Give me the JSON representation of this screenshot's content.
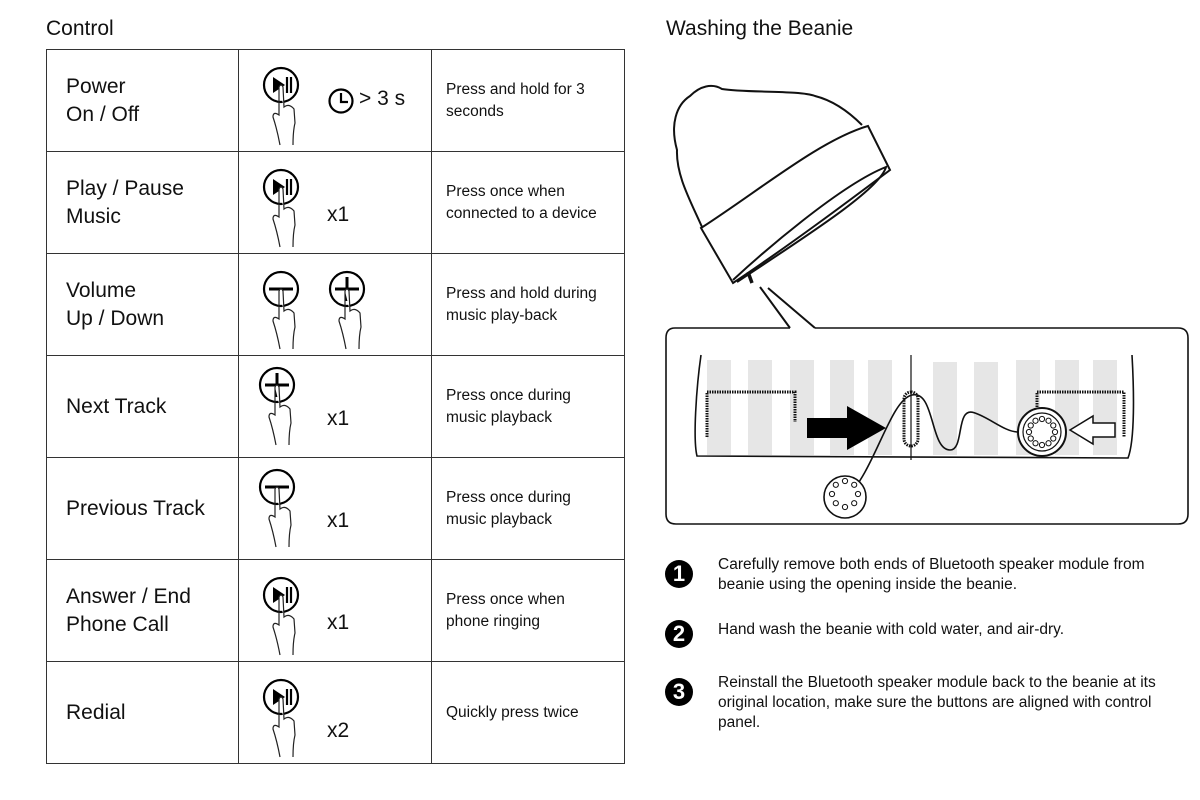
{
  "control": {
    "title": "Control",
    "rows": [
      {
        "label_lines": [
          "Power",
          "On / Off"
        ],
        "buttons": [
          "play-pause"
        ],
        "timer": true,
        "count": "> 3 s",
        "description": "Press and hold for 3 seconds"
      },
      {
        "label_lines": [
          "Play / Pause",
          "Music"
        ],
        "buttons": [
          "play-pause"
        ],
        "timer": false,
        "count": "x1",
        "description": "Press once when connected to a device"
      },
      {
        "label_lines": [
          "Volume",
          "Up / Down"
        ],
        "buttons": [
          "minus",
          "plus"
        ],
        "timer": false,
        "count": "",
        "description": "Press and hold during music play-back"
      },
      {
        "label_lines": [
          "Next Track"
        ],
        "buttons": [
          "plus"
        ],
        "timer": false,
        "count": "x1",
        "description": "Press once during music playback"
      },
      {
        "label_lines": [
          "Previous Track"
        ],
        "buttons": [
          "minus"
        ],
        "timer": false,
        "count": "x1",
        "description": "Press once during music playback"
      },
      {
        "label_lines": [
          "Answer / End",
          "Phone Call"
        ],
        "buttons": [
          "play-pause"
        ],
        "timer": false,
        "count": "x1",
        "description": "Press once when phone ringing"
      },
      {
        "label_lines": [
          "Redial"
        ],
        "buttons": [
          "play-pause"
        ],
        "timer": false,
        "count": "x2",
        "description": "Quickly press twice"
      }
    ]
  },
  "washing": {
    "title": "Washing the Beanie",
    "steps": [
      {
        "number": "1",
        "text": "Carefully remove both ends of Bluetooth speaker module from beanie using the opening inside the beanie."
      },
      {
        "number": "2",
        "text": "Hand wash the beanie with cold water, and air-dry."
      },
      {
        "number": "3",
        "text": "Reinstall the Bluetooth speaker module back to the beanie at its original location, make sure the buttons are aligned with control panel."
      }
    ]
  }
}
